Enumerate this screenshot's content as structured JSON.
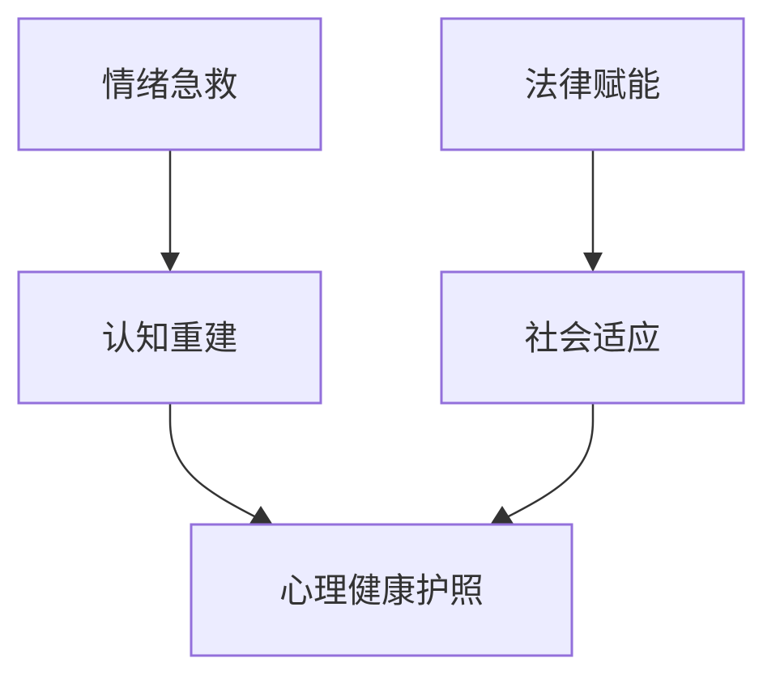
{
  "diagram": {
    "nodes": [
      {
        "id": "n1",
        "label": "情绪急救"
      },
      {
        "id": "n2",
        "label": "法律赋能"
      },
      {
        "id": "n3",
        "label": "认知重建"
      },
      {
        "id": "n4",
        "label": "社会适应"
      },
      {
        "id": "n5",
        "label": "心理健康护照"
      }
    ],
    "edges": [
      {
        "from": "n1",
        "to": "n3"
      },
      {
        "from": "n2",
        "to": "n4"
      },
      {
        "from": "n3",
        "to": "n5"
      },
      {
        "from": "n4",
        "to": "n5"
      }
    ],
    "colors": {
      "node_fill": "#ececff",
      "node_stroke": "#9370db",
      "edge": "#333333",
      "text": "#333333"
    }
  }
}
